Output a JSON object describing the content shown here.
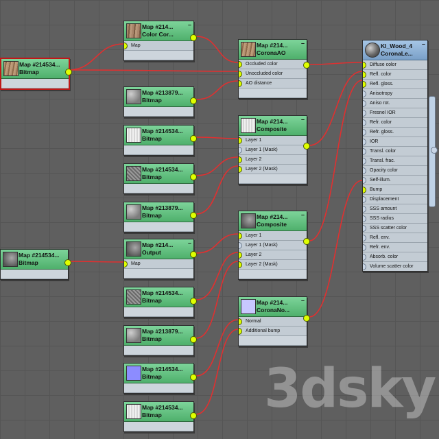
{
  "watermark": "3dsky",
  "nodes": {
    "bitmap_main": {
      "title": "Map #214534...",
      "subtitle": "Bitmap"
    },
    "color_correction": {
      "title": "Map #214...",
      "subtitle": "Color Cor...",
      "slots": [
        "Map"
      ]
    },
    "bitmap_213879_a": {
      "title": "Map #213879...",
      "subtitle": "Bitmap"
    },
    "corona_ao": {
      "title": "Map #214...",
      "subtitle": "CoronaAO",
      "slots": [
        "Occluded color",
        "Unoccluded color",
        "AO distance"
      ]
    },
    "bitmap_214534_b": {
      "title": "Map #214534...",
      "subtitle": "Bitmap"
    },
    "bitmap_214534_c": {
      "title": "Map #214534...",
      "subtitle": "Bitmap"
    },
    "bitmap_213879_b": {
      "title": "Map #213879...",
      "subtitle": "Bitmap"
    },
    "composite_1": {
      "title": "Map #214...",
      "subtitle": "Composite",
      "slots": [
        "Layer 1",
        "Layer 1 (Mask)",
        "Layer 2",
        "Layer 2 (Mask)"
      ]
    },
    "bitmap_left_2": {
      "title": "Map #214534...",
      "subtitle": "Bitmap"
    },
    "output": {
      "title": "Map #214...",
      "subtitle": "Output",
      "slots": [
        "Map"
      ]
    },
    "composite_2": {
      "title": "Map #214...",
      "subtitle": "Composite",
      "slots": [
        "Layer 1",
        "Layer 1 (Mask)",
        "Layer 2",
        "Layer 2 (Mask)"
      ]
    },
    "bitmap_214534_d": {
      "title": "Map #214534...",
      "subtitle": "Bitmap"
    },
    "bitmap_213879_c": {
      "title": "Map #213879...",
      "subtitle": "Bitmap"
    },
    "corona_normal": {
      "title": "Map #214...",
      "subtitle": "CoronaNo...",
      "slots": [
        "Normal",
        "Additional bump"
      ]
    },
    "bitmap_214534_e": {
      "title": "Map #214534...",
      "subtitle": "Bitmap"
    },
    "bitmap_214534_f": {
      "title": "Map #214534...",
      "subtitle": "Bitmap"
    },
    "material": {
      "title": "Kl_Wood_4",
      "subtitle": "CoronaLe...",
      "slots": [
        "Diffuse color",
        "Refl. color",
        "Refl. gloss.",
        "Anisotropy",
        "Aniso rot.",
        "Fresnel IOR",
        "Refr. color",
        "Refr. gloss.",
        "IOR",
        "Transl. color",
        "Transl. frac.",
        "Opacity color",
        "Self-illum.",
        "Bump",
        "Displacement",
        "SSS amount",
        "SSS radius",
        "SSS scatter color",
        "Refl. env.",
        "Refr. env.",
        "Absorb. color",
        "Volume scatter color"
      ]
    }
  },
  "colors": {
    "wire": "#e03030",
    "port_active": "#dfff00",
    "header_green": "#5dbb78",
    "header_blue": "#8fb2d8"
  }
}
